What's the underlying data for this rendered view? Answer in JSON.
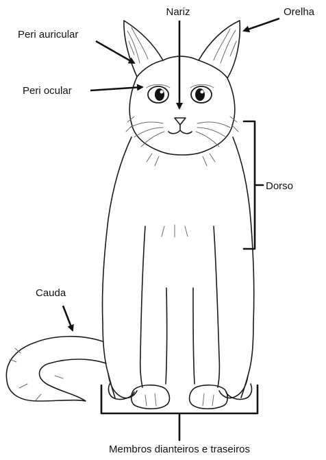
{
  "labels": {
    "orelha": "Orelha",
    "nariz": "Nariz",
    "peri_auricular": "Peri auricular",
    "peri_ocular": "Peri ocular",
    "dorso": "Dorso",
    "cauda": "Cauda",
    "membros": "Membros dianteiros e traseiros"
  },
  "colors": {
    "line": "#1a1a1a",
    "label": "#111111",
    "background": "#ffffff"
  }
}
